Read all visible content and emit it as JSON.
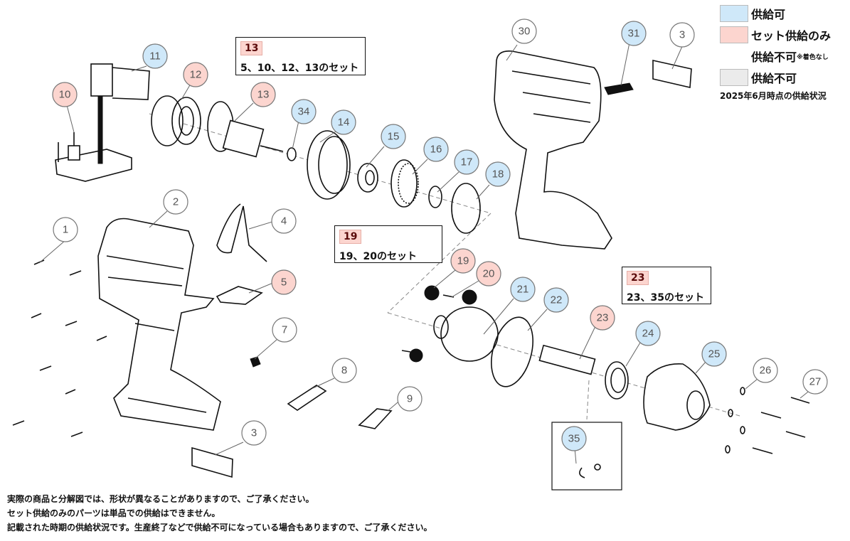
{
  "legend": {
    "items": [
      {
        "label": "供給可",
        "note": "",
        "color": "#cfe8f9"
      },
      {
        "label": "セット供給のみ",
        "note": "",
        "color": "#fcd5cf"
      },
      {
        "label": "供給不可",
        "note": "※着色なし",
        "color": "#ffffff"
      },
      {
        "label": "供給不可",
        "note": "",
        "color": "#ebebeb"
      }
    ],
    "as_of": "2025年6月時点の供給状況"
  },
  "status_colors": {
    "available": "#cfe8f9",
    "set_only": "#fcd5cf",
    "unavailable": "#ffffff"
  },
  "set_boxes": [
    {
      "tag": "13",
      "text": "5、10、12、13のセット"
    },
    {
      "tag": "19",
      "text": "19、20のセット"
    },
    {
      "tag": "23",
      "text": "23、35のセット"
    }
  ],
  "parts": [
    {
      "number": "1",
      "status": "unavailable"
    },
    {
      "number": "2",
      "status": "unavailable"
    },
    {
      "number": "3",
      "status": "unavailable"
    },
    {
      "number": "3",
      "status": "unavailable"
    },
    {
      "number": "4",
      "status": "unavailable"
    },
    {
      "number": "5",
      "status": "set_only"
    },
    {
      "number": "7",
      "status": "unavailable"
    },
    {
      "number": "8",
      "status": "unavailable"
    },
    {
      "number": "9",
      "status": "unavailable"
    },
    {
      "number": "10",
      "status": "set_only"
    },
    {
      "number": "11",
      "status": "available"
    },
    {
      "number": "12",
      "status": "set_only"
    },
    {
      "number": "13",
      "status": "set_only"
    },
    {
      "number": "34",
      "status": "available"
    },
    {
      "number": "14",
      "status": "available"
    },
    {
      "number": "15",
      "status": "available"
    },
    {
      "number": "16",
      "status": "available"
    },
    {
      "number": "17",
      "status": "available"
    },
    {
      "number": "18",
      "status": "available"
    },
    {
      "number": "19",
      "status": "set_only"
    },
    {
      "number": "20",
      "status": "set_only"
    },
    {
      "number": "21",
      "status": "available"
    },
    {
      "number": "22",
      "status": "available"
    },
    {
      "number": "23",
      "status": "set_only"
    },
    {
      "number": "24",
      "status": "available"
    },
    {
      "number": "25",
      "status": "available"
    },
    {
      "number": "26",
      "status": "unavailable"
    },
    {
      "number": "27",
      "status": "unavailable"
    },
    {
      "number": "30",
      "status": "unavailable"
    },
    {
      "number": "31",
      "status": "available"
    },
    {
      "number": "35",
      "status": "available"
    }
  ],
  "notes": [
    "実際の商品と分解図では、形状が異なることがありますので、ご了承ください。",
    "セット供給のみのパーツは単品での供給はできません。",
    "記載された時期の供給状況です。生産終了などで供給不可になっている場合もありますので、ご了承ください。"
  ]
}
